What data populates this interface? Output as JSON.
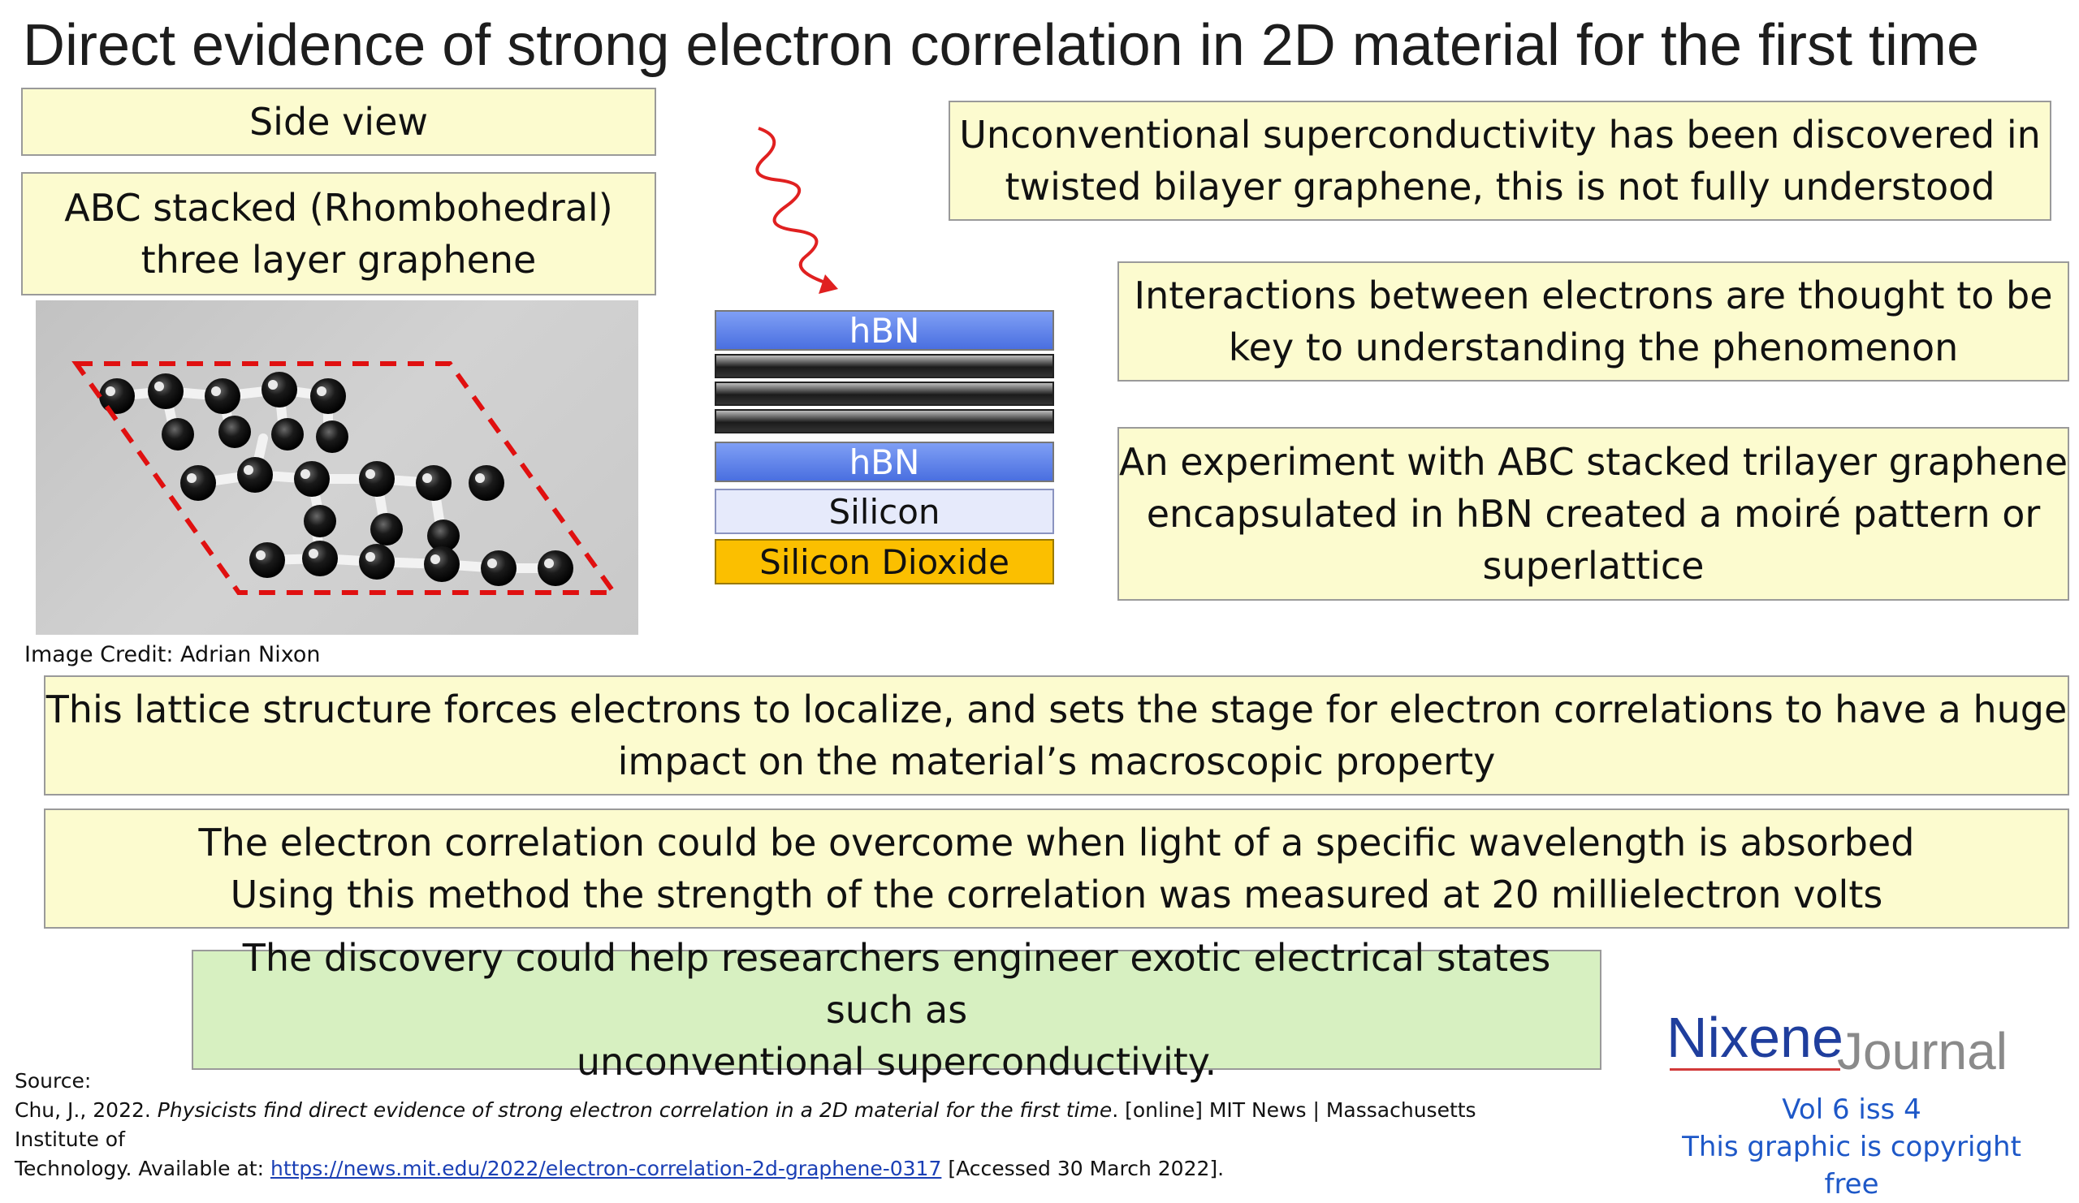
{
  "title": "Direct evidence of strong electron correlation in 2D material for the first time",
  "side_view": "Side view",
  "abc_box": {
    "line1": "ABC stacked (Rhombohedral)",
    "line2": "three layer graphene"
  },
  "image_credit": "Image Credit: Adrian Nixon",
  "stack_layers": {
    "top_hbn": "hBN",
    "bottom_hbn": "hBN",
    "silicon": "Silicon",
    "silicon_dioxide": "Silicon Dioxide"
  },
  "boxes": {
    "unconventional": {
      "line1": "Unconventional superconductivity has been discovered in",
      "line2": "twisted bilayer graphene, this is not fully understood"
    },
    "interactions": {
      "line1": "Interactions between electrons are thought to be",
      "line2": "key to understanding the phenomenon"
    },
    "experiment": {
      "line1": "An experiment with ABC stacked trilayer graphene",
      "line2": "encapsulated in hBN created a moiré pattern or",
      "line3": "superlattice"
    },
    "lattice": {
      "line1": "This lattice structure forces electrons to localize, and sets the stage for electron correlations to have a huge",
      "line2": "impact on the material’s macroscopic property"
    },
    "correlation": {
      "line1": "The electron correlation could be overcome when light of a specific wavelength is absorbed",
      "line2": "Using this method the strength of the correlation was measured at 20 millielectron volts"
    },
    "discovery": {
      "line1": "The discovery could help researchers engineer exotic electrical states such as",
      "line2": "unconventional superconductivity."
    }
  },
  "source": {
    "label": "Source:",
    "text1": "Chu, J., 2022. ",
    "title_italic": "Physicists find direct evidence of strong electron correlation in a 2D material for the first time",
    "text2": ". [online] MIT News | Massachusetts Institute of",
    "text3": "Technology. Available at: ",
    "url": "https://news.mit.edu/2022/electron-correlation-2d-graphene-0317",
    "accessed": " [Accessed 30 March 2022]."
  },
  "logo": {
    "nixene": "Nixene",
    "journal": "Journal"
  },
  "volume": "Vol 6 iss 4",
  "copyright": "This graphic is copyright free",
  "colors": {
    "yellow_box": "#fcfbcf",
    "green_box": "#d7f0c1",
    "hbn_blue": "#5b7ee8",
    "silicon_dioxide": "#fbbf00",
    "wave_red": "#e02020",
    "logo_blue": "#1f3e9d"
  }
}
